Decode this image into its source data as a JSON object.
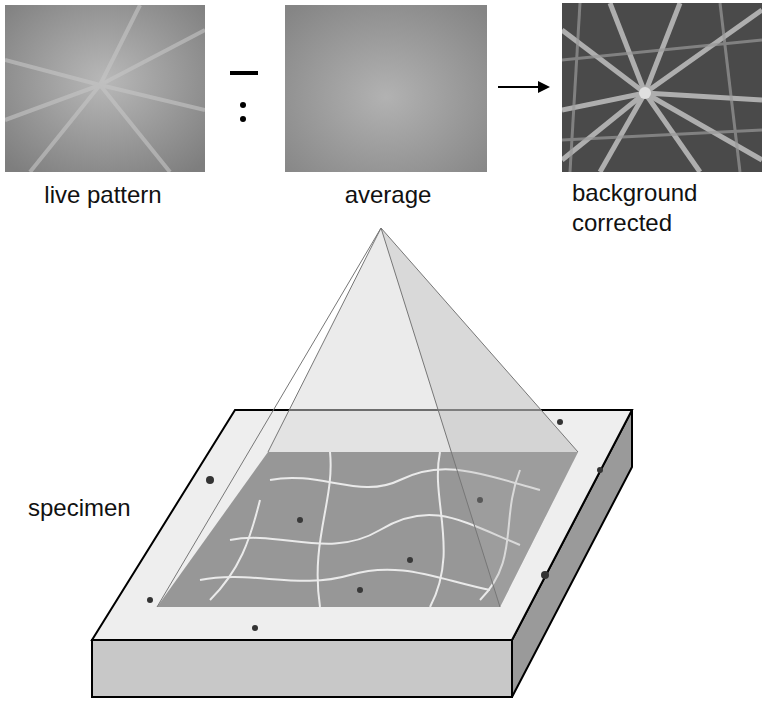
{
  "diagram": {
    "labels": [
      "live pattern",
      "average",
      "background corrected",
      "specimen"
    ]
  }
}
